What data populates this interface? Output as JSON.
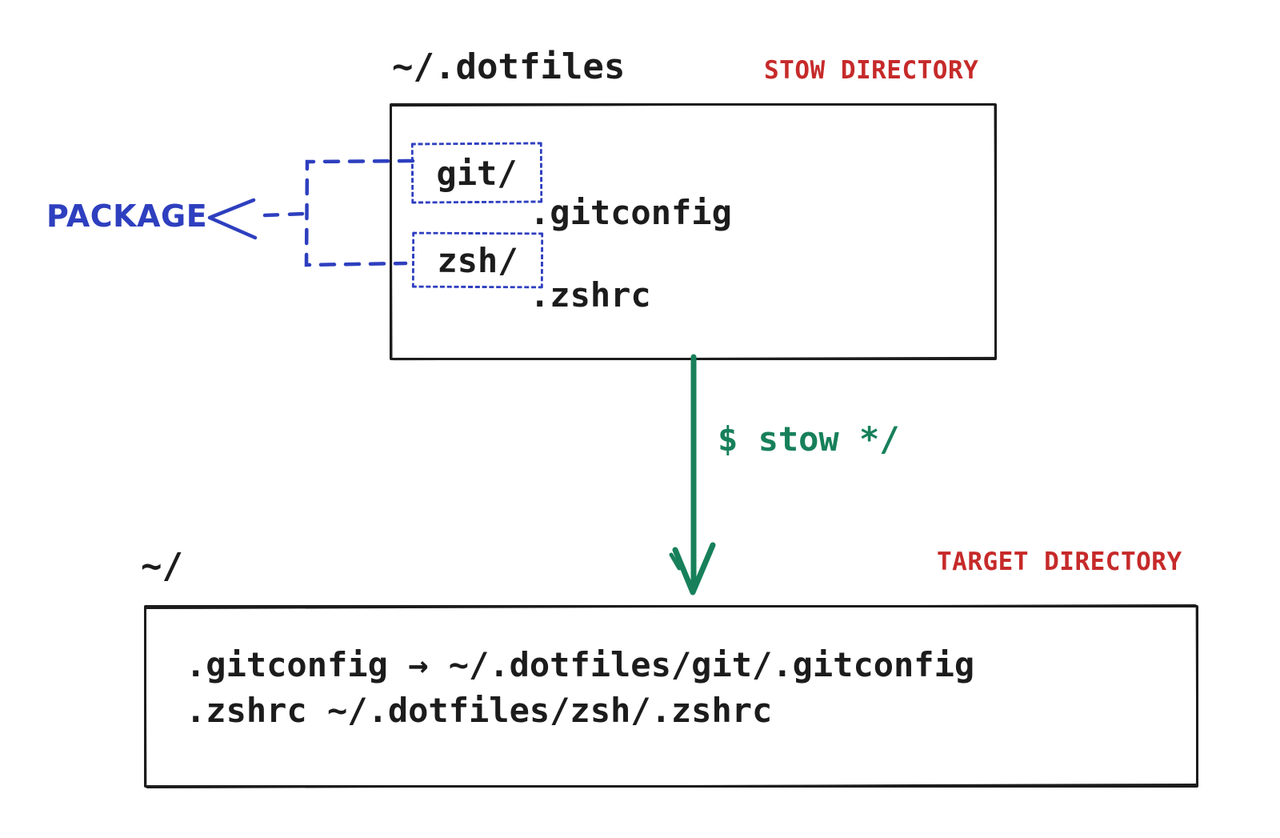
{
  "colors": {
    "ink": "#1c1c1c",
    "red": "#c62a2a",
    "blue": "#2e3fbf",
    "green": "#17805a",
    "background": "#ffffff"
  },
  "stow_directory": {
    "path_label": "~/.dotfiles",
    "role_label": "STOW DIRECTORY",
    "packages": [
      {
        "dir_label": "git/",
        "file_label": ".gitconfig"
      },
      {
        "dir_label": "zsh/",
        "file_label": ".zshrc"
      }
    ]
  },
  "package_annotation": {
    "label": "PACKAGE"
  },
  "stow_command": {
    "text": "$ stow */"
  },
  "target_directory": {
    "path_label": "~/",
    "role_label": "TARGET DIRECTORY",
    "symlinks": [
      ".gitconfig → ~/.dotfiles/git/.gitconfig",
      ".zshrc ~/.dotfiles/zsh/.zshrc"
    ]
  }
}
